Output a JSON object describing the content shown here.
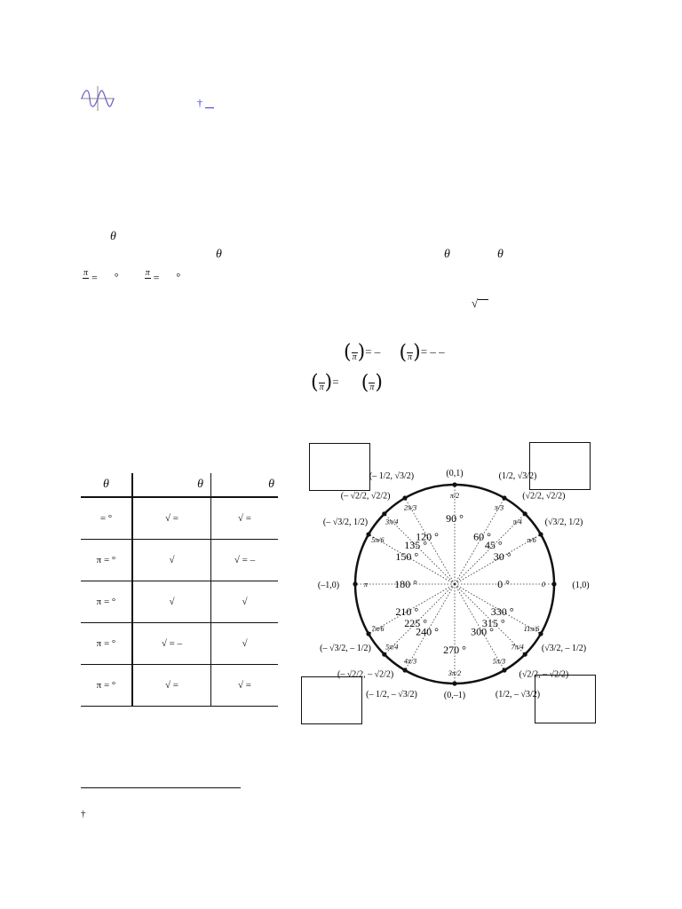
{
  "header": {
    "logo_icon": "sine-wave-logo",
    "dagger": "†"
  },
  "body_text": {
    "theta": "θ",
    "pi": "π",
    "equals": "=",
    "degree": "°",
    "root_line": "√",
    "eq_dash": "= –",
    "eq_dashes": "= – –"
  },
  "table": {
    "headers": [
      "θ",
      "θ",
      "θ"
    ],
    "rows": [
      {
        "c1": "= °",
        "c2": "√ =",
        "c3": "√ ="
      },
      {
        "c1": "π = °",
        "c2": "√",
        "c3": "√ = –"
      },
      {
        "c1": "π = °",
        "c2": "√",
        "c3": "√"
      },
      {
        "c1": "π = °",
        "c2": "√ = –",
        "c3": "√"
      },
      {
        "c1": "π = °",
        "c2": "√ =",
        "c3": "√ ="
      }
    ]
  },
  "unit_circle": {
    "degrees": [
      "0 °",
      "30 °",
      "45 °",
      "60 °",
      "90 °",
      "120 °",
      "135 °",
      "150 °",
      "180 °",
      "210 °",
      "225 °",
      "240 °",
      "270 °",
      "300 °",
      "315 °",
      "330 °"
    ],
    "radians": [
      "0",
      "π/6",
      "π/4",
      "π/3",
      "π/2",
      "2π/3",
      "3π/4",
      "5π/6",
      "π",
      "7π/6",
      "5π/4",
      "4π/3",
      "3π/2",
      "5π/3",
      "7π/4",
      "11π/6"
    ],
    "points": [
      "(1,0)",
      "(√3/2, 1/2)",
      "(√2/2, √2/2)",
      "(1/2, √3/2)",
      "(0,1)",
      "(– 1/2, √3/2)",
      "(– √2/2, √2/2)",
      "(– √3/2, 1/2)",
      "(–1,0)",
      "(– √3/2, – 1/2)",
      "(– √2/2, – √2/2)",
      "(– 1/2, – √3/2)",
      "(0,–1)",
      "(1/2, – √3/2)",
      "(√2/2, – √2/2)",
      "(√3/2, – 1/2)"
    ]
  },
  "footnote": {
    "mark": "†"
  }
}
